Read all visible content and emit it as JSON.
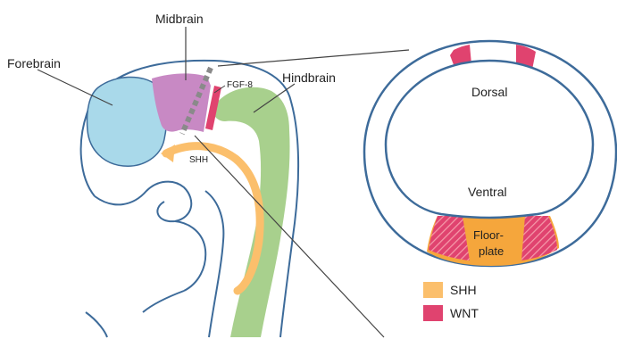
{
  "labels": {
    "forebrain": "Forebrain",
    "midbrain": "Midbrain",
    "hindbrain": "Hindbrain",
    "fgf8": "FGF-8",
    "shh": "SHH",
    "dorsal": "Dorsal",
    "ventral": "Ventral",
    "floorplate_line1": "Floor-",
    "floorplate_line2": "plate"
  },
  "legend": [
    {
      "label": "SHH",
      "color": "#fbbf6c"
    },
    {
      "label": "WNT",
      "color": "#e0436f"
    }
  ],
  "colors": {
    "outline": "#3d6b9a",
    "forebrain": "#a9d9ea",
    "midbrain": "#c889c4",
    "hindbrain": "#a8d08d",
    "shh": "#fbbf6c",
    "wnt": "#e0436f",
    "floorplate": "#f5a63c",
    "isthmus_dash": "#8a8a8a",
    "pointer": "#444444"
  }
}
